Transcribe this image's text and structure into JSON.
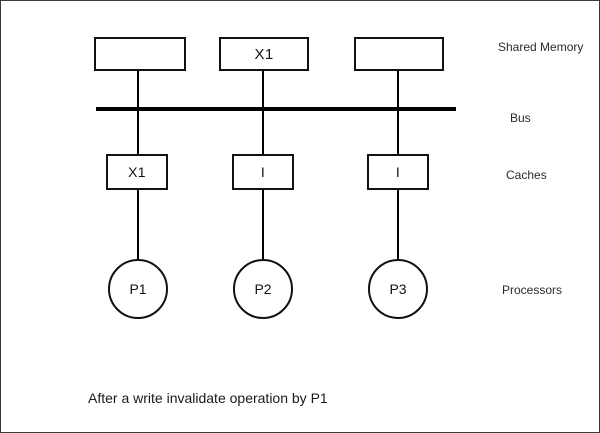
{
  "diagram": {
    "caption": "After a write invalidate operation by P1",
    "row_labels": {
      "shared_memory": "Shared Memory",
      "bus": "Bus",
      "caches": "Caches",
      "processors": "Processors"
    },
    "colors": {
      "stroke": "#111111",
      "frame": "#3a3a3a",
      "background": "#ffffff",
      "label_text": "#2b2b2b"
    },
    "memory_blocks": [
      {
        "label": ""
      },
      {
        "label": "X1"
      },
      {
        "label": ""
      }
    ],
    "caches": [
      {
        "label": "X1"
      },
      {
        "label": "I"
      },
      {
        "label": "I"
      }
    ],
    "processors": [
      {
        "label": "P1"
      },
      {
        "label": "P2"
      },
      {
        "label": "P3"
      }
    ]
  }
}
